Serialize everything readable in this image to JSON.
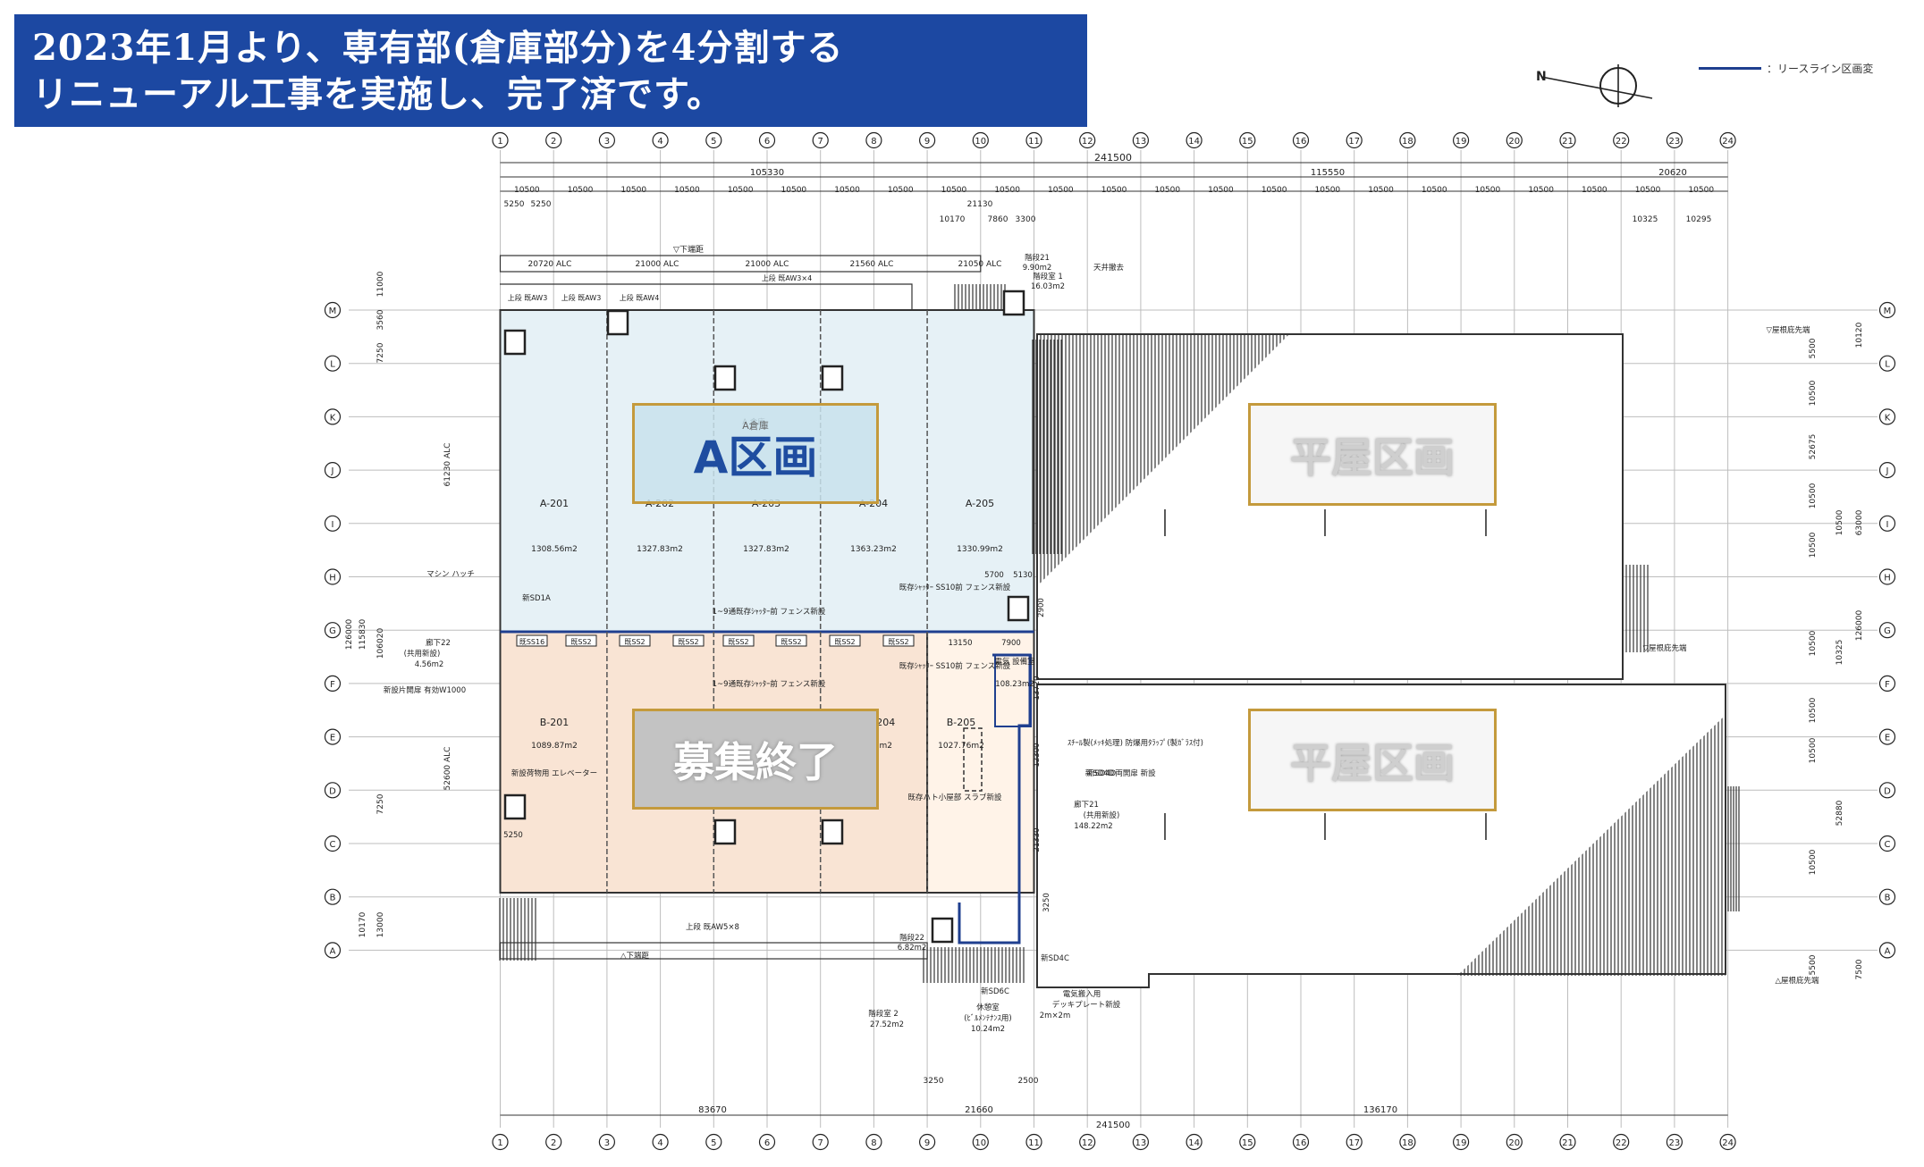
{
  "banner": {
    "line1": "2023年1月より、専有部(倉庫部分)を4分割する",
    "line2": "リニューアル工事を実施し、完了済です。"
  },
  "legend": {
    "label": "：リースライン区画変"
  },
  "compass": {
    "letter": "N"
  },
  "colors": {
    "banner_bg": "#1c48a2",
    "section_a_fill": "#e6f1f6",
    "section_b_fill": "#f9e4d4",
    "label_border": "#c49a3c",
    "lease_line": "#1f3f8f"
  },
  "plan": {
    "grid_columns": [
      "1",
      "2",
      "3",
      "4",
      "5",
      "6",
      "7",
      "8",
      "9",
      "10",
      "11",
      "12",
      "13",
      "14",
      "15",
      "16",
      "17",
      "18",
      "19",
      "20",
      "21",
      "22",
      "23",
      "24"
    ],
    "grid_rows": [
      "M",
      "L",
      "K",
      "J",
      "I",
      "H",
      "G",
      "F",
      "E",
      "D",
      "C",
      "B",
      "A"
    ],
    "top_dims": {
      "total": "241500",
      "group1": "105330",
      "group2": "115550",
      "group3": "20620",
      "bays": [
        "10500",
        "10500",
        "10500",
        "10500",
        "10500",
        "10500",
        "10500",
        "10500",
        "10500",
        "10500",
        "10500",
        "10500",
        "10500",
        "10500",
        "10500",
        "10500",
        "10500",
        "10500",
        "10500",
        "10500",
        "10500",
        "10500",
        "10500"
      ],
      "sub1": "5250",
      "sub2": "5250",
      "d21130": "21130",
      "d10170": "10170",
      "d7860": "7860",
      "d3300": "3300",
      "d10325": "10325",
      "d10295": "10295"
    },
    "bottom_dims": {
      "total": "241500",
      "left": "83670",
      "mid": "21660",
      "right": "136170",
      "d3250": "3250",
      "d2500": "2500"
    },
    "left_dims": [
      "11000",
      "3560",
      "7250",
      "126000",
      "115830",
      "106020",
      "61230 ALC",
      "52600 ALC",
      "7250",
      "10170",
      "13000"
    ],
    "right_dims": [
      "10120",
      "5500",
      "10500",
      "10500",
      "52675",
      "10500",
      "63000",
      "126000",
      "10500",
      "10325",
      "10500",
      "10500",
      "10500",
      "52880",
      "10500",
      "5500",
      "7500"
    ],
    "upper_notes": [
      "20720 ALC",
      "21000 ALC",
      "21000 ALC",
      "21560 ALC",
      "21050 ALC",
      "▽下端距"
    ],
    "upper_stair_notes": [
      "上段 既AW3",
      "上段 既AW3",
      "上段 既AW4",
      "上段 既AW3×4"
    ],
    "a_units": [
      {
        "name": "A-201",
        "area": "1308.56m2"
      },
      {
        "name": "A-202",
        "area": "1327.83m2"
      },
      {
        "name": "A-203",
        "area": "1327.83m2"
      },
      {
        "name": "A-204",
        "area": "1363.23m2"
      },
      {
        "name": "A-205",
        "area": "1330.99m2"
      }
    ],
    "b_units": [
      {
        "name": "B-201",
        "area": "1089.87m2"
      },
      {
        "name": "B-204",
        "area": "..6m2"
      },
      {
        "name": "B-205",
        "area": "1027.76m2"
      }
    ],
    "doors_row": [
      "既SS16",
      "既SS2",
      "既SS2",
      "既SS2",
      "既SS2",
      "既SS2",
      "既SS2",
      "既SS2"
    ],
    "notes": {
      "stair21": "階段21",
      "stair21_area": "9.90m2",
      "stair21_note": "天井撤去",
      "stair1": "階段室 1",
      "stair1_area": "16.03m2",
      "machine_hatch": "マシン ハッチ",
      "fence1": "1~9通既存ｼｬｯﾀｰ前 フェンス新設",
      "fence2": "1~9通既存ｼｬｯﾀｰ前 フェンス新設",
      "shutter_a": "既存ｼｬｯﾀｰ SS10前 フェンス新設",
      "shutter_b": "既存ｼｬｯﾀｰ SS10前 フェンス新設",
      "corridor22": "廊下22",
      "corridor22_sub": "(共用新設)",
      "corridor22_area": "4.56m2",
      "new_door_note": "新設片開扉 有効W1000",
      "cargo_elevator": "新設荷物用 エレベーター",
      "elec_room": "電気 設備室",
      "elec_room_area": "108.23m2",
      "ramp_note": "既存ハト小屋部 スラブ新設",
      "corridor21": "廊下21",
      "corridor21_sub": "(共用新設)",
      "corridor21_area": "148.22m2",
      "stair22": "階段22",
      "stair22_area": "6.82m2",
      "stair2": "階段室 2",
      "stair2_area": "27.52m2",
      "rest_room": "休憩室",
      "rest_room_sub": "(ﾋﾞﾙﾒﾝﾃﾅﾝｽ用)",
      "rest_room_area": "10.24m2",
      "elec_entry": "電気搬入用",
      "elec_entry2": "デッキプレート新設",
      "elec_entry3": "2m×2m",
      "shutter_new": "ｽﾁｰﾙ製(ﾒｯｷ処理) 防爆用ﾀﾗｯﾌﾟ(製ｶﾞﾗｽ付)",
      "door_new": "新SD4D",
      "door_new_label": "両開扉 新設",
      "up_stair_bottom": "上段 既AW5×8",
      "lower_bottom": "△下端距",
      "roof_edge_right": "▽屋根庇先端",
      "roof_edge_right2": "△屋根庇先端",
      "roof_edge_mid": "▽屋根庇先端",
      "a_room_small": "A 倉庫",
      "new_sd1a": "新SD1A",
      "new_sd4c": "新SD4C",
      "new_sd6c": "新SD6C",
      "new_sd4d": "新SD4D",
      "dim_5700": "5700",
      "dim_5130": "5130",
      "dim_13150": "13150",
      "dim_7900": "7900",
      "dim_5250": "5250",
      "dim_2900": "2900",
      "dim_13720": "13720",
      "dim_12300": "12300",
      "dim_21330": "21330",
      "dim_3250b": "3250"
    }
  },
  "labels": {
    "a_section": "A区画",
    "a_section_small": "A倉庫",
    "recruit": "募集終了",
    "flat_upper": "平屋区画",
    "flat_lower": "平屋区画"
  }
}
